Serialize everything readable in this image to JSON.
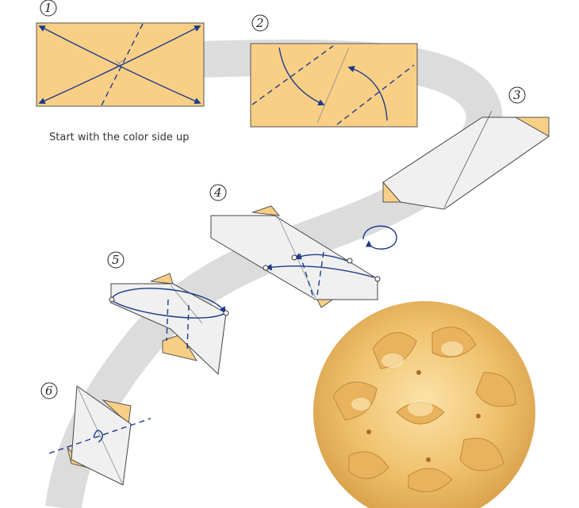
{
  "steps": [
    {
      "number": "1"
    },
    {
      "number": "2"
    },
    {
      "number": "3"
    },
    {
      "number": "4"
    },
    {
      "number": "5"
    },
    {
      "number": "6"
    }
  ],
  "caption": "Start with the color side up",
  "colors": {
    "paper": "#f9cf86",
    "white_side": "#f0f0f0",
    "fold_line": "#1d3a8a",
    "path_band": "#d9d9d9",
    "result_model": "#f1c474"
  },
  "icons": [
    "fold-arrow-icon",
    "turn-over-icon",
    "circle-marker-icon"
  ]
}
